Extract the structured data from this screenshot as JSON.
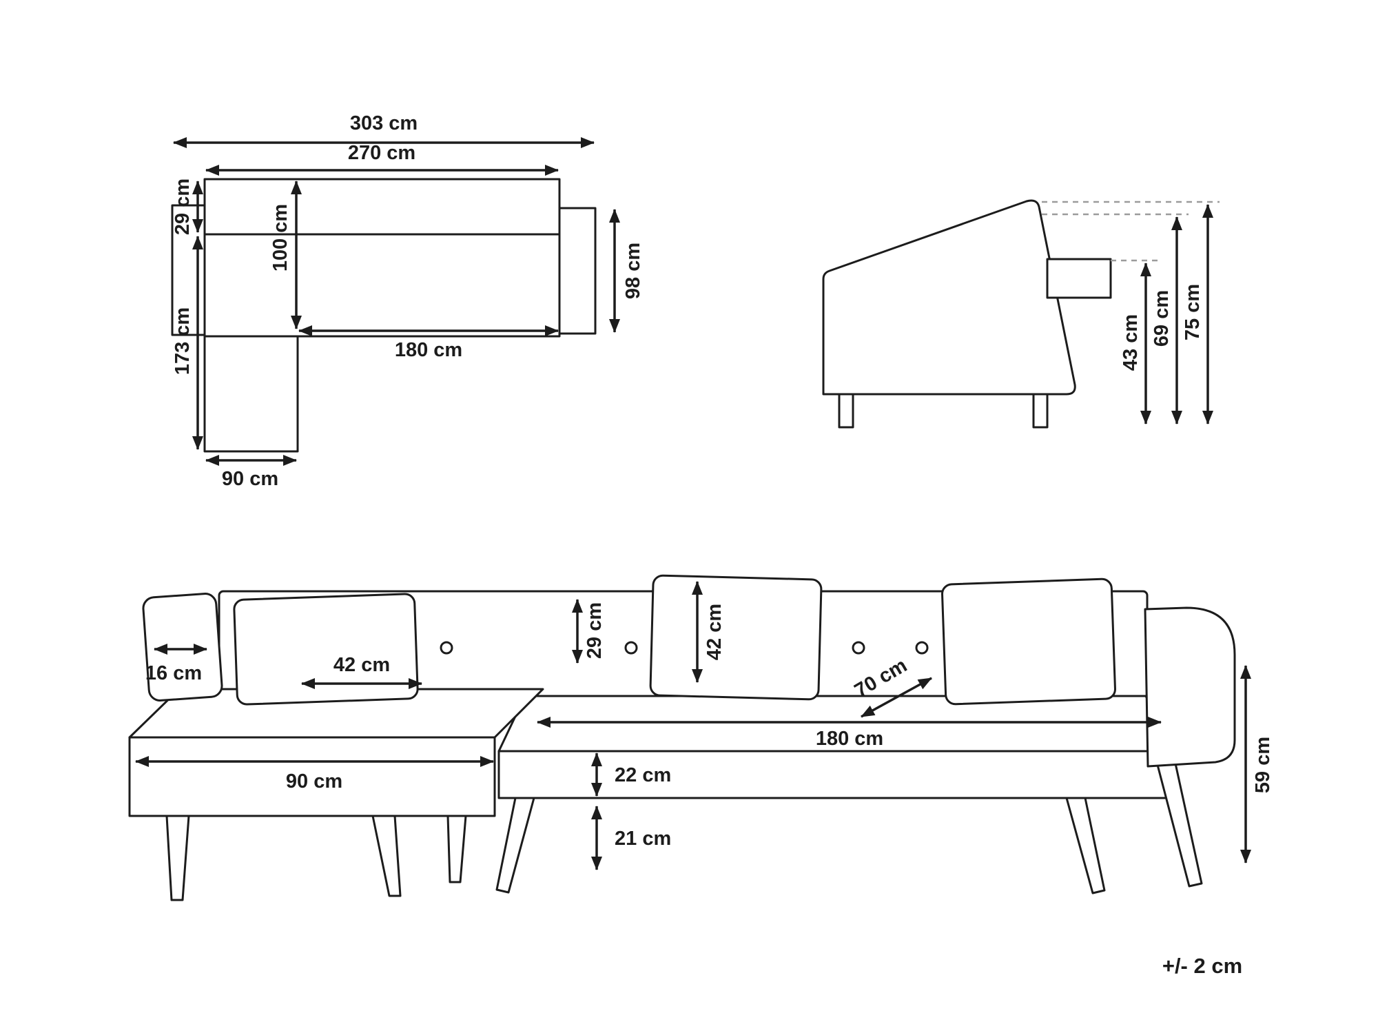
{
  "diagram": {
    "tolerance": "+/- 2 cm",
    "top_view": {
      "total_width": "303 cm",
      "inner_width": "270 cm",
      "backrest_depth": "29 cm",
      "depth": "100 cm",
      "right_side_depth": "98 cm",
      "seat_width": "180 cm",
      "chaise_length": "173 cm",
      "chaise_width": "90 cm"
    },
    "side_view": {
      "seat_height": "43 cm",
      "back_height": "69 cm",
      "total_height": "75 cm"
    },
    "front_view": {
      "armrest_width": "16 cm",
      "cushion_width": "42 cm",
      "back_above_seat": "29 cm",
      "cushion_height": "42 cm",
      "seat_depth": "70 cm",
      "seat_width": "180 cm",
      "chaise_front": "90 cm",
      "seat_frame": "22 cm",
      "leg_height": "21 cm",
      "side_height": "59 cm"
    }
  }
}
